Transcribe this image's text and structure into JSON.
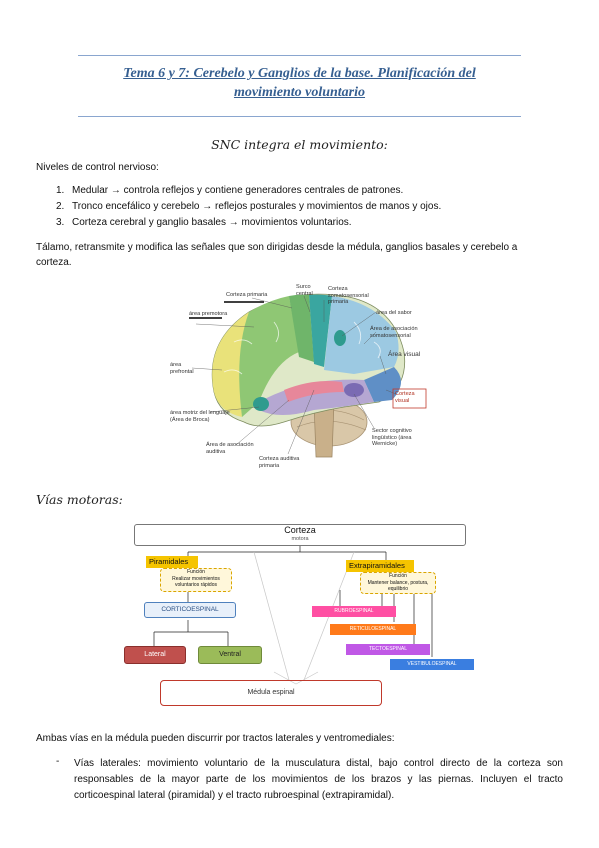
{
  "header": {
    "title_line1": "Tema 6 y 7: Cerebelo y Ganglios de la base. Planificación del",
    "title_line2": "movimiento voluntario"
  },
  "section1": {
    "heading": "SNC integra el movimiento:",
    "intro": "Niveles de control nervioso:",
    "levels": [
      {
        "num": "1.",
        "text": "Medular → controla reflejos y contiene generadores centrales de patrones."
      },
      {
        "num": "2.",
        "text": "Tronco encefálico y cerebelo → reflejos posturales y movimientos de manos y ojos."
      },
      {
        "num": "3.",
        "text": "Corteza cerebral y ganglio basales → movimientos voluntarios."
      }
    ],
    "thalamus_line1": "Tálamo, retransmite y modifica las señales que son dirigidas desde la médula, ganglios basales y cerebelo a",
    "thalamus_line2": "corteza."
  },
  "brain_figure": {
    "labels": {
      "corteza_primaria": "Corteza primaria",
      "surco_central": "Surco central",
      "corteza_somato": "Corteza somatosensorial primaria",
      "area_premotora": "área premotora",
      "area_sabor": "área del sabor",
      "area_asociacion_somato": "Área de asociación somatosensorial",
      "area_prefrontal": "área prefrontal",
      "area_visual": "Área visual",
      "corteza_visual": "Corteza visual",
      "area_motriz_lenguaje": "área motriz del lenguaje (Área de Broca)",
      "area_asociacion_auditiva": "Área de asociación auditiva",
      "sector_cognitivo": "Sector cognitivo lingüístico (área Wernicke)",
      "corteza_auditiva": "Corteza auditiva primaria"
    }
  },
  "section2": {
    "heading": "Vías motoras:",
    "diagram": {
      "top_title": "Corteza",
      "top_sub": "motora",
      "piramidales": "Piramidales",
      "pir_func_title": "Función",
      "pir_func_text": "Realizar movimientos voluntarios rápidos",
      "extrapiramidales": "Extrapiramidales",
      "ext_func_title": "Función",
      "ext_func_text": "Mantener balance, postura, equilibrio",
      "corticoespinal": "CORTICOESPINAL",
      "lateral": "Lateral",
      "ventral": "Ventral",
      "rubroespinal": "RUBROESPINAL",
      "reticuloespinal": "RETICULOESPINAL",
      "tectoespinal": "TECTOESPINAL",
      "vestibuloespinal": "VESTIBULOESPINAL",
      "medula": "Médula espinal"
    },
    "both_paths": "Ambas vías en la médula pueden discurrir por tractos laterales y ventromediales:",
    "bullet_dash": "-",
    "bullet_line1": "Vías laterales: movimiento voluntario de la musculatura distal, bajo control directo de la corteza son",
    "bullet_line2": "responsables de la mayor parte de los movimientos de los brazos y las piernas. Incluyen el tracto",
    "bullet_line3": "corticoespinal lateral (piramidal) y el tracto rubroespinal (extrapiramidal)."
  },
  "colors": {
    "title": "#365f91",
    "rule": "#8aa6cf",
    "piramidales": "#f5c400",
    "rubro": "#ff4fa3",
    "reticulo": "#ff7a1a",
    "tecto": "#c058e6",
    "vestibulo": "#3a7ee0",
    "lateral": "#c0504d",
    "ventral": "#9bbb59",
    "cortico": "#4f81bd"
  }
}
